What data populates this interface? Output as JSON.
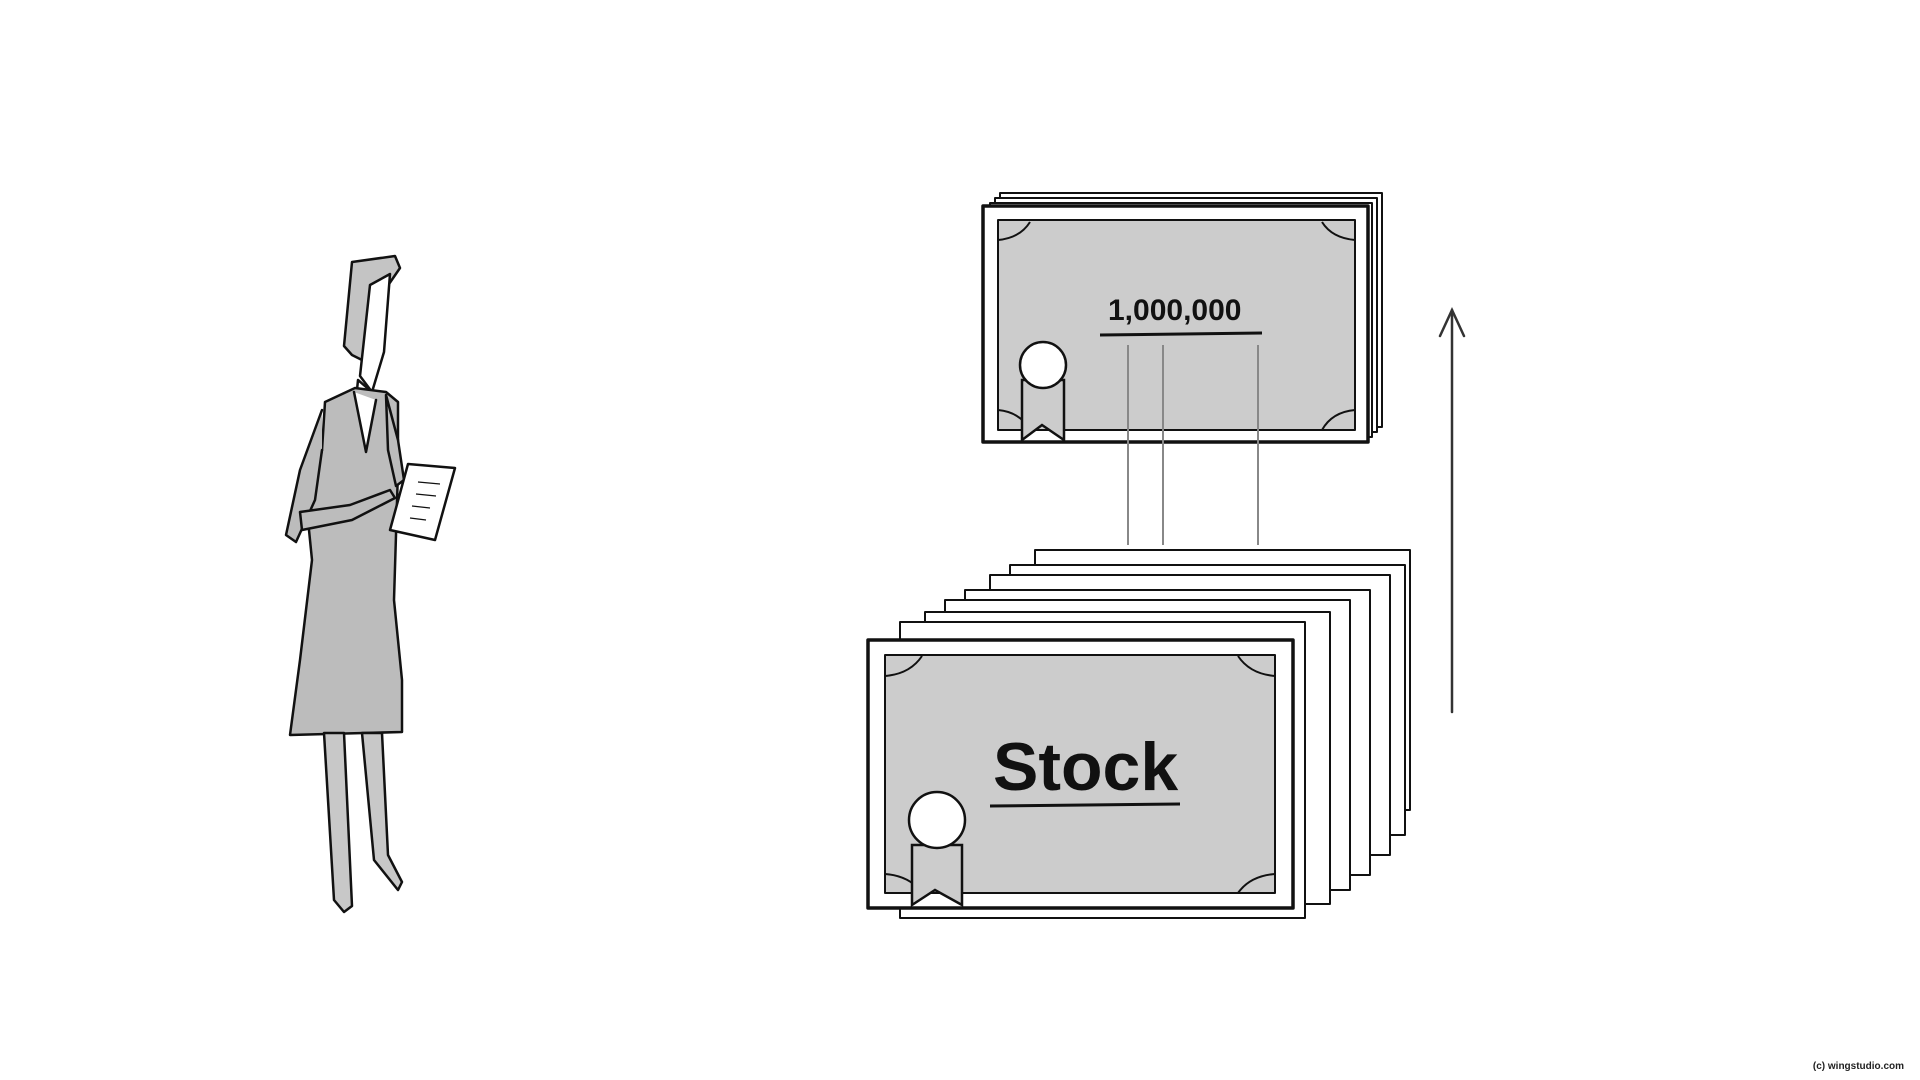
{
  "illustration": {
    "top_certificate": {
      "value_label": "1,000,000"
    },
    "front_certificate": {
      "title": "Stock"
    },
    "copyright": "(c) wingstudio.com"
  },
  "colors": {
    "ink": "#111111",
    "paper": "#ffffff",
    "certificate_fill": "#cccccc",
    "figure_fill": "#bcbcbc"
  },
  "icons": [
    "woman-figure-icon",
    "clipboard-icon",
    "certificate-seal-icon",
    "up-arrow-icon"
  ]
}
